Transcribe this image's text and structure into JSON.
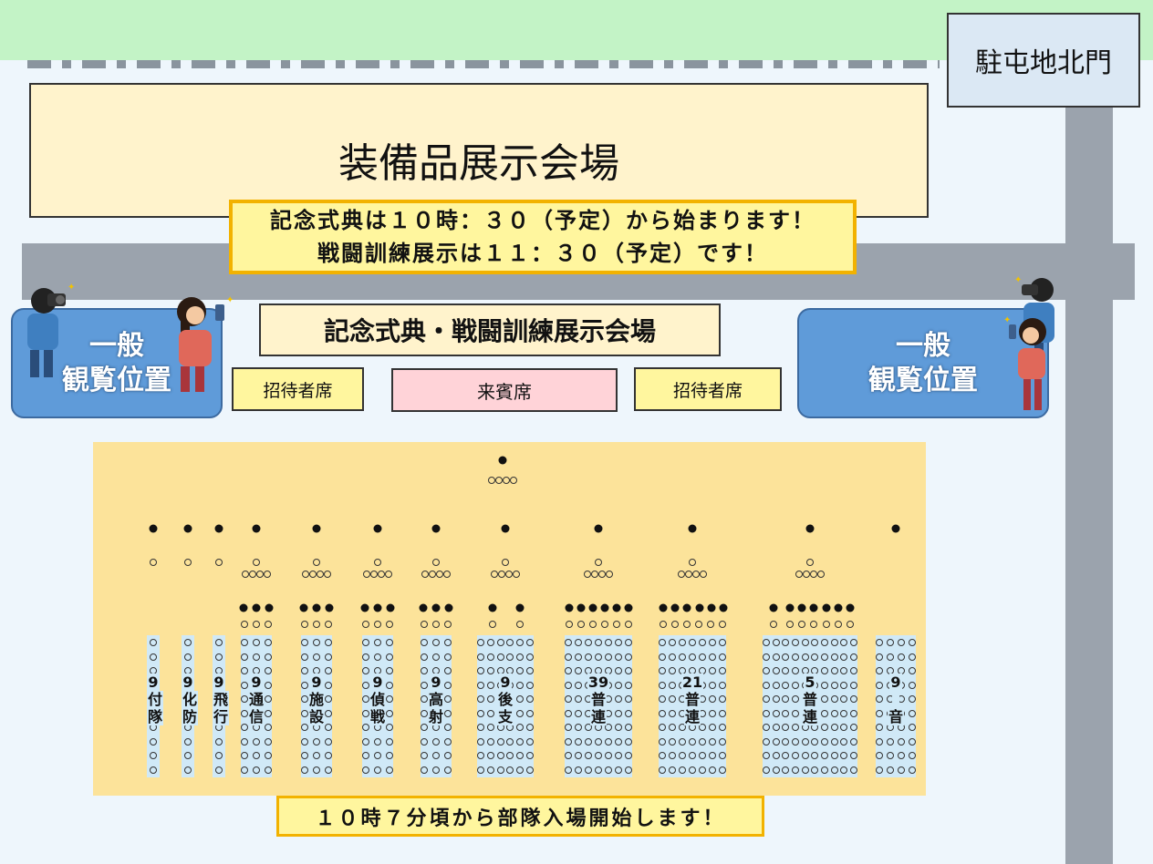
{
  "gate_label": "駐屯地北門",
  "exhibit_hall": "装備品展示会場",
  "notice": {
    "line1": "記念式典は１０時：３０（予定）から始まります！",
    "line2": "戦闘訓練展示は１１：３０（予定）です！"
  },
  "venue_title": "記念式典・戦闘訓練展示会場",
  "seats": {
    "invitee_left": "招待者席",
    "guest": "来賓席",
    "invitee_right": "招待者席"
  },
  "general_viewing": {
    "left": {
      "line1": "一般",
      "line2": "観覧位置"
    },
    "right": {
      "line1": "一般",
      "line2": "観覧位置"
    }
  },
  "units": [
    {
      "label": "9\n付\n隊",
      "cols": 1
    },
    {
      "label": "9\n化\n防",
      "cols": 1
    },
    {
      "label": "9\n飛\n行",
      "cols": 1
    },
    {
      "label": "9\n通\n信",
      "cols": 3
    },
    {
      "label": "9\n施\n設",
      "cols": 3
    },
    {
      "label": "9\n偵\n戦",
      "cols": 3
    },
    {
      "label": "9\n高\n射",
      "cols": 3
    },
    {
      "label": "9\n後\n支",
      "cols": 6
    },
    {
      "label": "39\n普\n連",
      "cols": 7
    },
    {
      "label": "21\n普\n連",
      "cols": 7
    },
    {
      "label": "5\n普\n連",
      "cols": 10
    },
    {
      "label": "9\n\n音",
      "cols": 4
    }
  ],
  "bottom_notice": "１０時７分頃から部隊入場開始します！"
}
